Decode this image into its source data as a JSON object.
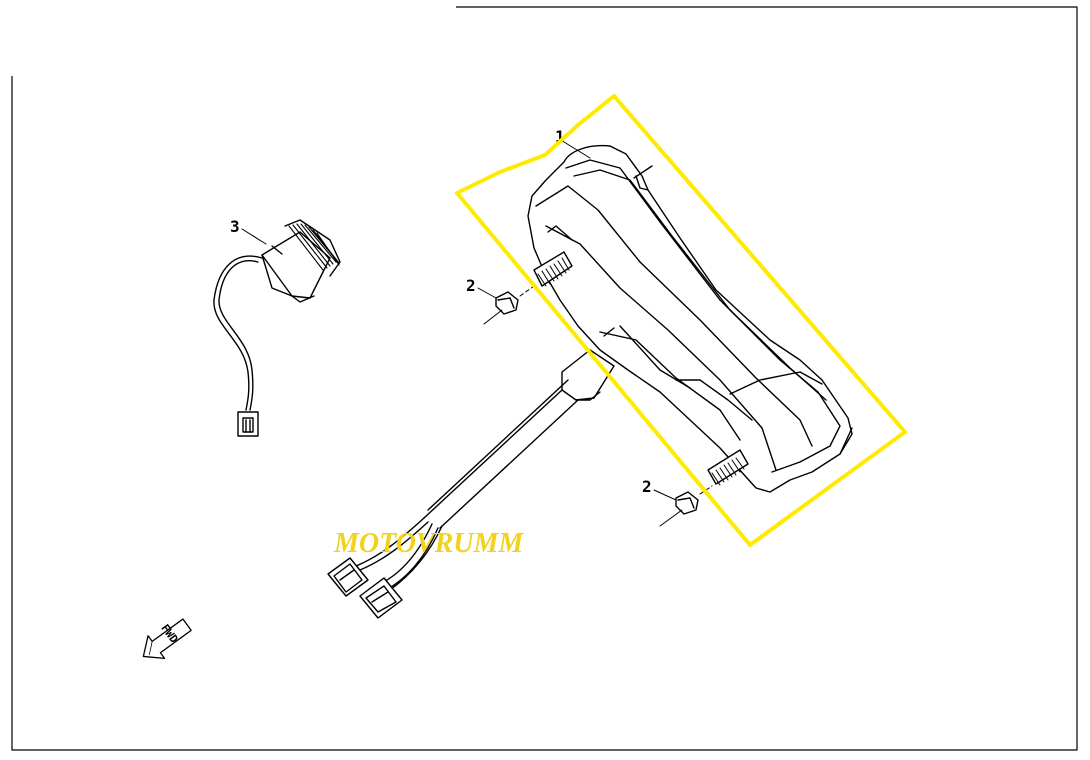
{
  "callouts": {
    "part_1": "1",
    "part_2_upper": "2",
    "part_2_lower": "2",
    "part_3": "3"
  },
  "watermark": "MOTOVRUMM",
  "direction_arrow": "FWD",
  "colors": {
    "highlight": "#ffea00",
    "watermark": "#f2d21b",
    "line": "#000000"
  }
}
